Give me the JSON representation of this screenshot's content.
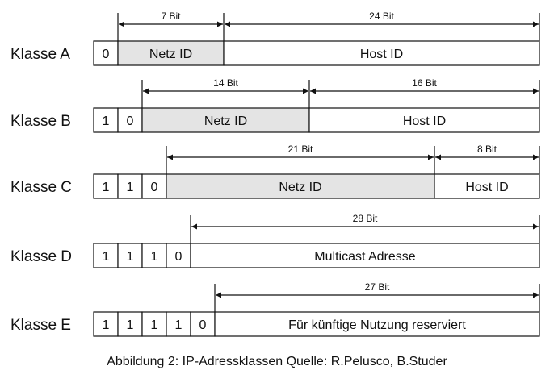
{
  "caption": "Abbildung 2: IP-Adressklassen Quelle: R.Pelusco, B.Studer",
  "colors": {
    "line": "#111111",
    "netz_fill": "#e4e4e4",
    "plain_fill": "#ffffff"
  },
  "rows": [
    {
      "id": "a",
      "label": "Klasse A",
      "prefix_bits": [
        "0"
      ],
      "fields": [
        {
          "id": "netz",
          "text": "Netz ID",
          "shaded": true
        },
        {
          "id": "host",
          "text": "Host ID",
          "shaded": false
        }
      ],
      "dimensions": [
        {
          "label": "7 Bit",
          "field": "netz"
        },
        {
          "label": "24 Bit",
          "field": "host"
        }
      ]
    },
    {
      "id": "b",
      "label": "Klasse B",
      "prefix_bits": [
        "1",
        "0"
      ],
      "fields": [
        {
          "id": "netz",
          "text": "Netz ID",
          "shaded": true
        },
        {
          "id": "host",
          "text": "Host ID",
          "shaded": false
        }
      ],
      "dimensions": [
        {
          "label": "14 Bit",
          "field": "netz"
        },
        {
          "label": "16 Bit",
          "field": "host"
        }
      ]
    },
    {
      "id": "c",
      "label": "Klasse C",
      "prefix_bits": [
        "1",
        "1",
        "0"
      ],
      "fields": [
        {
          "id": "netz",
          "text": "Netz ID",
          "shaded": true
        },
        {
          "id": "host",
          "text": "Host ID",
          "shaded": false
        }
      ],
      "dimensions": [
        {
          "label": "21 Bit",
          "field": "netz"
        },
        {
          "label": "8 Bit",
          "field": "host"
        }
      ]
    },
    {
      "id": "d",
      "label": "Klasse D",
      "prefix_bits": [
        "1",
        "1",
        "1",
        "0"
      ],
      "fields": [
        {
          "id": "multicast",
          "text": "Multicast Adresse",
          "shaded": false
        }
      ],
      "dimensions": [
        {
          "label": "28 Bit",
          "field": "multicast"
        }
      ]
    },
    {
      "id": "e",
      "label": "Klasse E",
      "prefix_bits": [
        "1",
        "1",
        "1",
        "1",
        "0"
      ],
      "fields": [
        {
          "id": "reserved",
          "text": "Für künftige Nutzung reserviert",
          "shaded": false
        }
      ],
      "dimensions": [
        {
          "label": "27 Bit",
          "field": "reserved"
        }
      ]
    }
  ]
}
